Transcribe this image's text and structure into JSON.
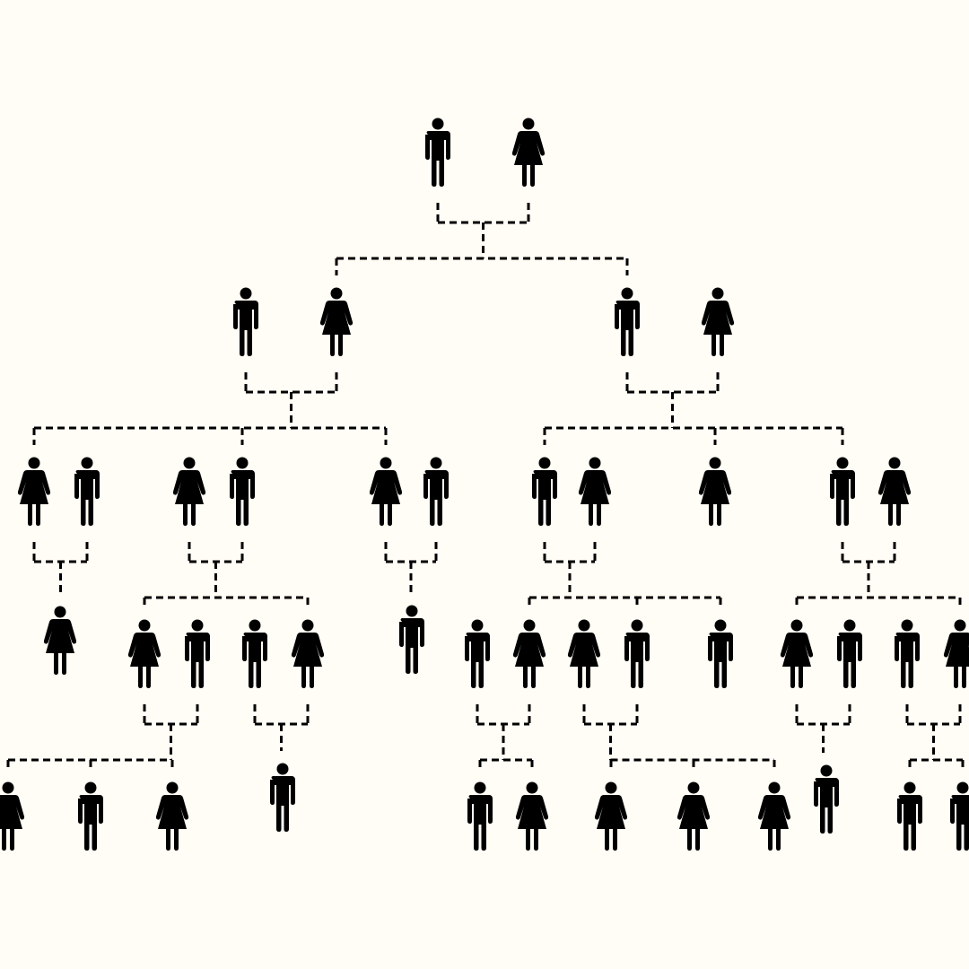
{
  "background": "#fffdf5",
  "ink": "#000000",
  "figure_icons": {
    "M": "man-icon",
    "F": "woman-icon"
  },
  "generations": [
    {
      "level": 1,
      "people": [
        {
          "id": "g1a",
          "sex": "M"
        },
        {
          "id": "g1b",
          "sex": "F"
        }
      ]
    },
    {
      "level": 2,
      "people": [
        {
          "id": "g2a",
          "sex": "M"
        },
        {
          "id": "g2b",
          "sex": "F"
        },
        {
          "id": "g2c",
          "sex": "M"
        },
        {
          "id": "g2d",
          "sex": "F"
        }
      ]
    },
    {
      "level": 3,
      "people": [
        {
          "id": "g3a",
          "sex": "F"
        },
        {
          "id": "g3b",
          "sex": "M"
        },
        {
          "id": "g3c",
          "sex": "F"
        },
        {
          "id": "g3d",
          "sex": "M"
        },
        {
          "id": "g3e",
          "sex": "F"
        },
        {
          "id": "g3f",
          "sex": "M"
        },
        {
          "id": "g3g",
          "sex": "M"
        },
        {
          "id": "g3h",
          "sex": "F"
        },
        {
          "id": "g3i",
          "sex": "F"
        },
        {
          "id": "g3j",
          "sex": "M"
        },
        {
          "id": "g3k",
          "sex": "F"
        }
      ]
    },
    {
      "level": 4,
      "people": [
        {
          "id": "g4a",
          "sex": "F"
        },
        {
          "id": "g4b",
          "sex": "F"
        },
        {
          "id": "g4c",
          "sex": "M"
        },
        {
          "id": "g4d",
          "sex": "M"
        },
        {
          "id": "g4e",
          "sex": "F"
        },
        {
          "id": "g4f",
          "sex": "M"
        },
        {
          "id": "g4g",
          "sex": "M"
        },
        {
          "id": "g4h",
          "sex": "F"
        },
        {
          "id": "g4i",
          "sex": "F"
        },
        {
          "id": "g4j",
          "sex": "M"
        },
        {
          "id": "g4k",
          "sex": "M"
        },
        {
          "id": "g4l",
          "sex": "F"
        },
        {
          "id": "g4m",
          "sex": "M"
        },
        {
          "id": "g4n",
          "sex": "M"
        },
        {
          "id": "g4o",
          "sex": "F"
        }
      ]
    },
    {
      "level": 5,
      "people": [
        {
          "id": "g5a",
          "sex": "F"
        },
        {
          "id": "g5b",
          "sex": "M"
        },
        {
          "id": "g5c",
          "sex": "F"
        },
        {
          "id": "g5d",
          "sex": "M"
        },
        {
          "id": "g5e",
          "sex": "M"
        },
        {
          "id": "g5f",
          "sex": "F"
        },
        {
          "id": "g5g",
          "sex": "F"
        },
        {
          "id": "g5h",
          "sex": "F"
        },
        {
          "id": "g5i",
          "sex": "F"
        },
        {
          "id": "g5j",
          "sex": "M"
        },
        {
          "id": "g5k",
          "sex": "M"
        },
        {
          "id": "g5l",
          "sex": "M"
        }
      ]
    }
  ],
  "couples": [
    {
      "id": "c1",
      "partners": [
        "g1a",
        "g1b"
      ],
      "children": [
        "g2b",
        "g2c"
      ]
    },
    {
      "id": "c2",
      "partners": [
        "g2a",
        "g2b"
      ],
      "children": [
        "g3a",
        "g3d",
        "g3e"
      ]
    },
    {
      "id": "c3",
      "partners": [
        "g2c",
        "g2d"
      ],
      "children": [
        "g3g",
        "g3i",
        "g3j"
      ]
    },
    {
      "id": "c4",
      "partners": [
        "g3a",
        "g3b"
      ],
      "children": [
        "g4a"
      ]
    },
    {
      "id": "c5",
      "partners": [
        "g3c",
        "g3d"
      ],
      "children": [
        "g4b",
        "g4e"
      ]
    },
    {
      "id": "c6",
      "partners": [
        "g3e",
        "g3f"
      ],
      "children": [
        "g4f"
      ]
    },
    {
      "id": "c7",
      "partners": [
        "g3g",
        "g3h"
      ],
      "children": [
        "g4h",
        "g4j",
        "g4k"
      ]
    },
    {
      "id": "c8",
      "partners": [
        "g3j",
        "g3k"
      ],
      "children": [
        "g4l",
        "g4o"
      ]
    },
    {
      "id": "c9",
      "partners": [
        "g4b",
        "g4c"
      ],
      "children": [
        "g5a",
        "g5b",
        "g5c"
      ]
    },
    {
      "id": "c10",
      "partners": [
        "g4d",
        "g4e"
      ],
      "children": [
        "g5d"
      ]
    },
    {
      "id": "c11",
      "partners": [
        "g4g",
        "g4h"
      ],
      "children": [
        "g5e",
        "g5f"
      ]
    },
    {
      "id": "c12",
      "partners": [
        "g4i",
        "g4j"
      ],
      "children": [
        "g5g",
        "g5h",
        "g5i"
      ]
    },
    {
      "id": "c13",
      "partners": [
        "g4l",
        "g4m"
      ],
      "children": [
        "g5j"
      ]
    },
    {
      "id": "c14",
      "partners": [
        "g4n",
        "g4o"
      ],
      "children": [
        "g5k",
        "g5l"
      ]
    }
  ]
}
